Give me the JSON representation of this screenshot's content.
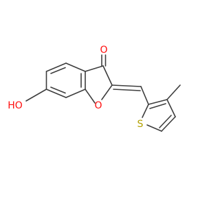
{
  "molecule": {
    "atoms": {
      "ketone_oxygen": {
        "label": "O",
        "color": "#ff0d0d"
      },
      "hydroxyl": {
        "label": "HO",
        "color": "#ff0d0d"
      },
      "ring_oxygen": {
        "label": "O",
        "color": "#ff0d0d"
      },
      "sulfur": {
        "label": "S",
        "color": "#b2a100"
      }
    },
    "bond_color": "#3d3d3d",
    "background": "#ffffff"
  }
}
